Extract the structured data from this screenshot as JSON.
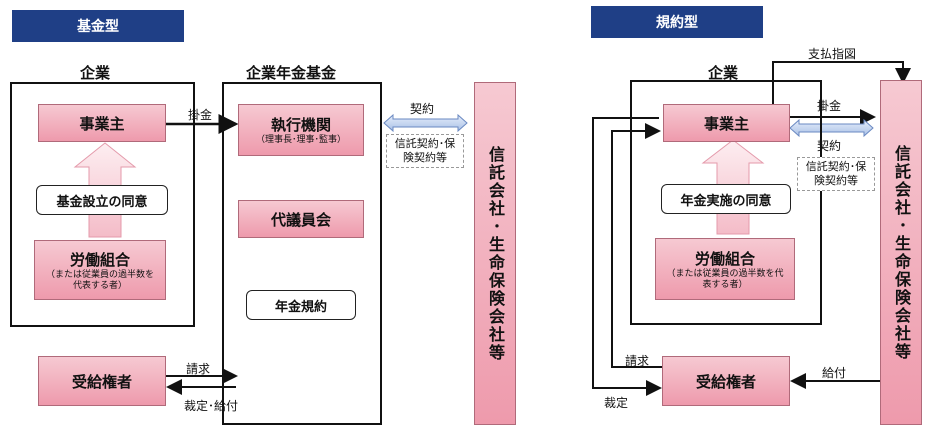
{
  "left": {
    "header": "基金型",
    "company_title": "企業",
    "fund_title": "企業年金基金",
    "employer": "事業主",
    "consent": "基金設立の同意",
    "union": "労働組合",
    "union_sub": "（または従業員の過半数を代表する者）",
    "exec_body": "執行機関",
    "exec_body_sub": "（理事長･理事･監事）",
    "delegates": "代議員会",
    "pension_rules": "年金規約",
    "beneficiary": "受給権者",
    "contribution": "掛金",
    "contract": "契約",
    "contract_detail": "信託契約･保険契約等",
    "claim": "請求",
    "decision_payment": "裁定･給付",
    "trust_company": "信託会社･生命保険会社等"
  },
  "right": {
    "header": "規約型",
    "company_title": "企業",
    "employer": "事業主",
    "consent": "年金実施の同意",
    "union": "労働組合",
    "union_sub": "（または従業員の過半数を代表する者）",
    "beneficiary": "受給権者",
    "payment_instruction": "支払指図",
    "contribution": "掛金",
    "contract": "契約",
    "contract_detail": "信託契約･保険契約等",
    "claim": "請求",
    "payment": "給付",
    "decision": "裁定",
    "trust_company": "信託会社･生命保険会社等"
  }
}
